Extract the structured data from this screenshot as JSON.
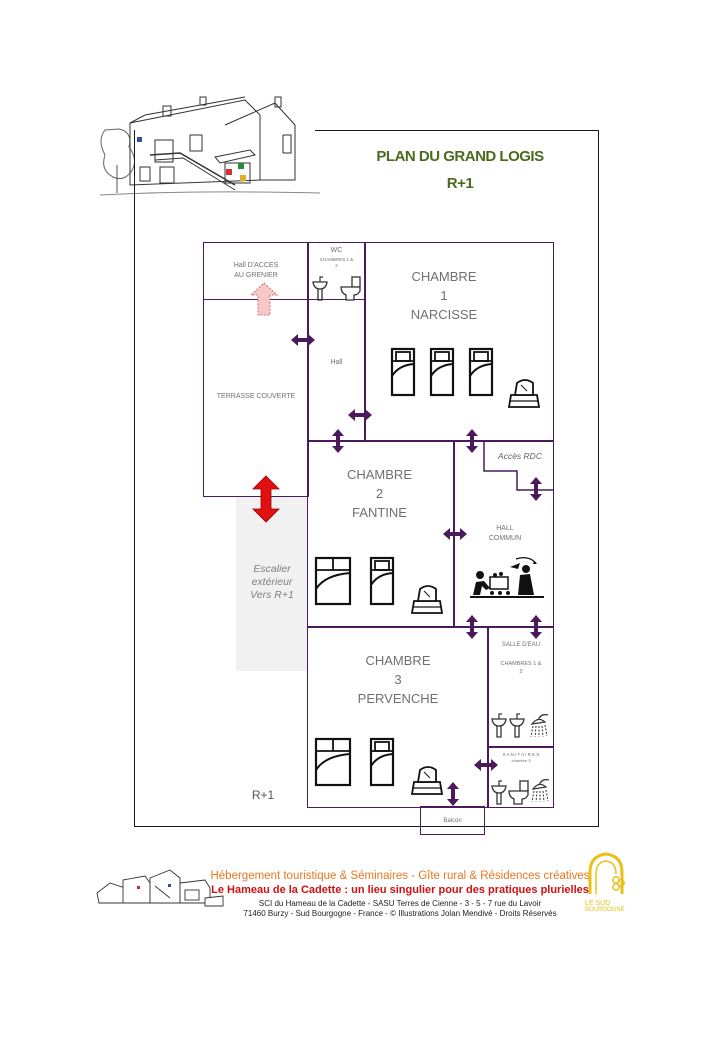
{
  "header": {
    "title_line1": "PLAN DU GRAND LOGIS",
    "title_line2": "R+1",
    "title_color": "#4a6b1e"
  },
  "rooms": {
    "hall_grenier": {
      "line1": "Hall D'ACCES",
      "line2": "AU GRENIER"
    },
    "wc": {
      "title": "WC",
      "sub_line1": "CHAMBRES 1 &",
      "sub_line2": "2"
    },
    "terrasse": {
      "label": "TERRASSE COUVERTE"
    },
    "hall": {
      "label": "Hall"
    },
    "chambre1": {
      "line1": "CHAMBRE",
      "line2": "1",
      "line3": "NARCISSE",
      "beds": 3
    },
    "chambre2": {
      "line1": "CHAMBRE",
      "line2": "2",
      "line3": "FANTINE",
      "beds": 2
    },
    "chambre3": {
      "line1": "CHAMBRE",
      "line2": "3",
      "line3": "PERVENCHE",
      "beds": 2
    },
    "acces_rdc": {
      "label": "Accès RDC"
    },
    "hall_commun": {
      "line1": "HALL",
      "line2": "COMMUN"
    },
    "salle_eau": {
      "title": "SALLE D'EAU",
      "sub_line1": "CHAMBRES 1 &",
      "sub_line2": "2"
    },
    "sanitaires": {
      "title": "S A N I T A I R E S",
      "sub": "chambre 3"
    },
    "balcon": {
      "label": "Balcon"
    },
    "escalier": {
      "line1": "Escalier",
      "line2": "extérieur",
      "line3": "Vers R+1"
    }
  },
  "floor_label": "R+1",
  "colors": {
    "wall": "#4a1a5a",
    "door_arrow": "#4a1a5a",
    "stair_arrow": "#e01010",
    "grenier_arrow": "#f8c8c8",
    "footer_orange": "#e87722",
    "footer_red": "#d01010",
    "logo_yellow": "#e8c21a"
  },
  "footer": {
    "line1": "Hébergement touristique & Séminaires - Gîte rural & Résidences créatives",
    "line2": "Le  Hameau de la Cadette : un lieu singulier pour des pratiques plurielles",
    "line3": "SCI du Hameau de la Cadette - SASU Terres de Cienne  - 3 - 5 - 7 rue du Lavoir",
    "line4": "71460 Burzy - Sud Bourgogne - France - © Illustrations Jolan Mendivé - Droits Réservés",
    "logo_line1": "LE SUD",
    "logo_line2": "BOURGOGNE"
  }
}
